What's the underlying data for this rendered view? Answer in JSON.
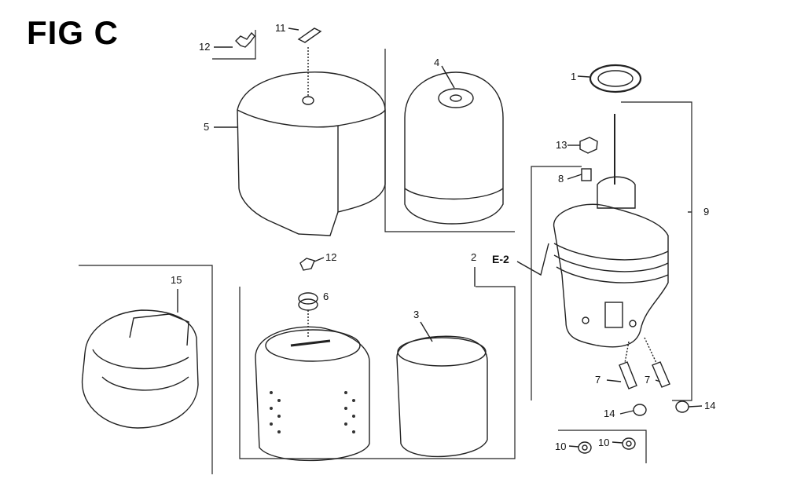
{
  "figure_title": "FIG C",
  "callouts": {
    "c12a": "12",
    "c11": "11",
    "c4": "4",
    "c1": "1",
    "c5": "5",
    "c13": "13",
    "c8": "8",
    "c9": "9",
    "e2": "E-2",
    "c2": "2",
    "c12b": "12",
    "c6": "6",
    "c3": "3",
    "c15": "15",
    "c7a": "7",
    "c7b": "7",
    "c14a": "14",
    "c14b": "14",
    "c10a": "10",
    "c10b": "10"
  }
}
